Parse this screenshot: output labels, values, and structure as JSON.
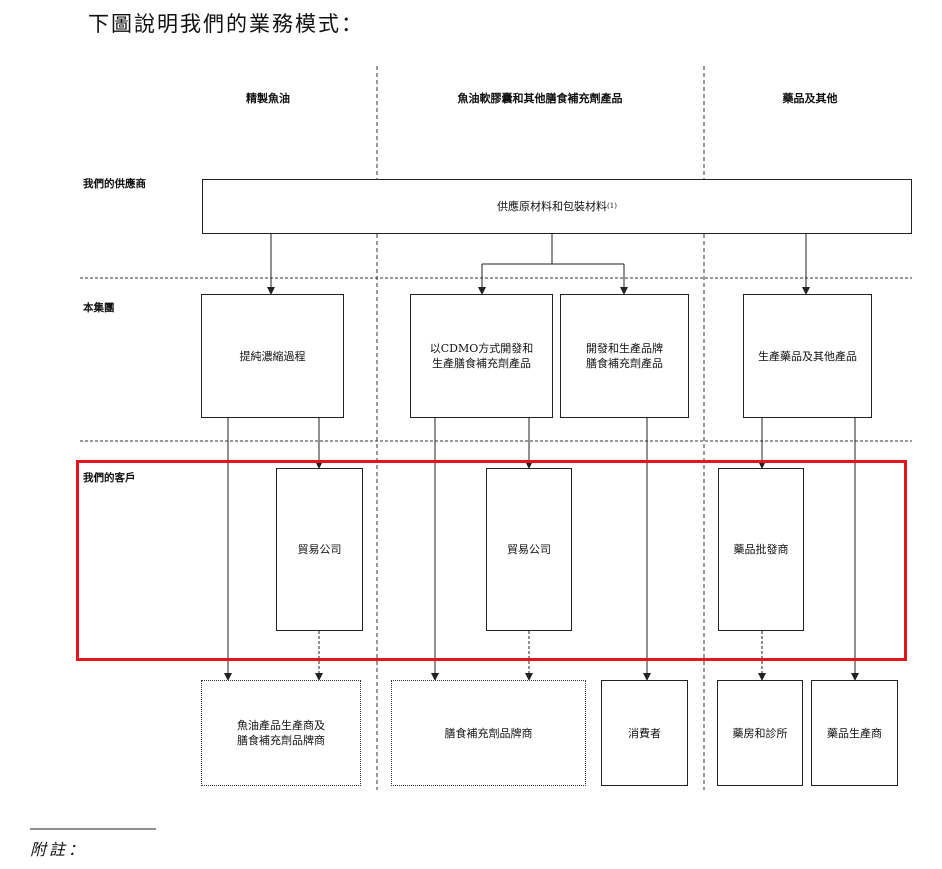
{
  "title": "下圖說明我們的業務模式：",
  "columns": {
    "col1": "精製魚油",
    "col2": "魚油軟膠囊和其他膳食補充劑產品",
    "col3": "藥品及其他"
  },
  "rows": {
    "suppliers": "我們的供應商",
    "group": "本集團",
    "customers": "我們的客戶"
  },
  "supplier_box": {
    "label": "供應原材料和包裝材料",
    "note_mark": "(1)"
  },
  "group_boxes": {
    "refining": "提純濃縮過程",
    "cdmo_line1": "以CDMO方式開發和",
    "cdmo_line2": "生產膳食補充劑產品",
    "brand_line1": "開發和生產品牌",
    "brand_line2": "膳食補充劑產品",
    "pharma": "生產藥品及其他產品"
  },
  "customer_boxes": {
    "trading1": "貿易公司",
    "trading2": "貿易公司",
    "pharma_wholesale": "藥品批發商"
  },
  "end_boxes": {
    "fish_oil_line1": "魚油產品生產商及",
    "fish_oil_line2": "膳食補充劑品牌商",
    "supplement_brands": "膳食補充劑品牌商",
    "consumers": "消費者",
    "pharmacies": "藥房和診所",
    "pharma_makers": "藥品生產商"
  },
  "footnote_heading": "附註："
}
